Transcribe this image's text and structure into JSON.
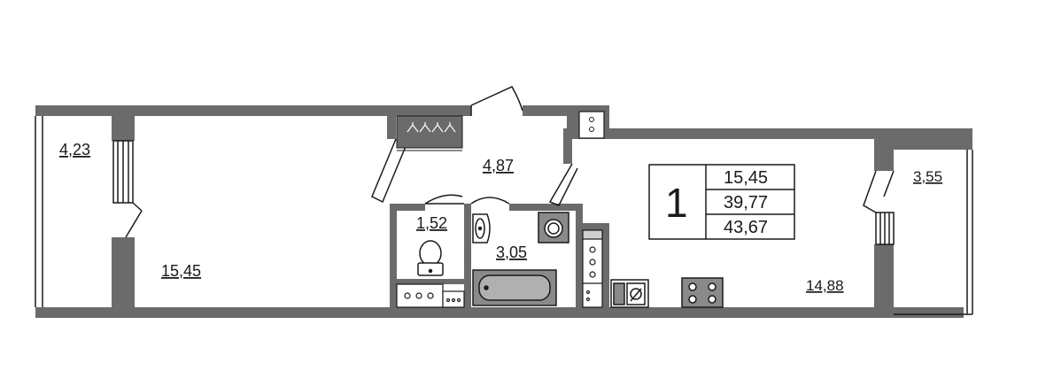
{
  "colors": {
    "wall": "#6b6b6b",
    "wall_dark": "#595959",
    "line": "#1a1a1a",
    "fixture": "#8a8a8a",
    "background": "#ffffff"
  },
  "rooms": {
    "balcony_left": "4,23",
    "living_room": "15,45",
    "hallway": "4,87",
    "toilet": "1,52",
    "bathroom": "3,05",
    "kitchen": "14,88",
    "balcony_right": "3,55"
  },
  "legend": {
    "rooms_count": "1",
    "living_area": "15,45",
    "total_area": "39,77",
    "total_with_balcony": "43,67"
  },
  "icons": [
    "wardrobe-icon",
    "toilet-icon",
    "sink-icon",
    "washing-machine-icon",
    "bathtub-icon",
    "stove-icon",
    "kitchen-sink-icon",
    "refrigerator-icon",
    "radiator-icon"
  ]
}
